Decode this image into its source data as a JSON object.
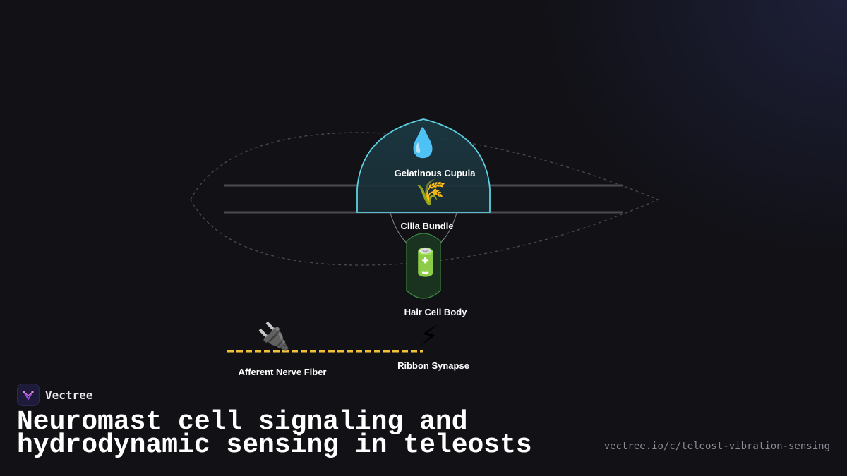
{
  "diagram": {
    "labels": {
      "cupula": "Gelatinous Cupula",
      "cilia": "Cilia Bundle",
      "hair_cell": "Hair Cell Body",
      "synapse": "Ribbon Synapse",
      "nerve": "Afferent Nerve Fiber"
    },
    "icons": {
      "cupula": "💧",
      "cilia": "🌾",
      "hair_cell": "🔋",
      "synapse": "⚡",
      "nerve": "🔌"
    },
    "colors": {
      "cupula_stroke": "#5ccfe0",
      "hair_cell_stroke": "#3d8a3d",
      "nerve_dash": "#f2c13a"
    }
  },
  "brand": {
    "name": "Vectree",
    "logo_icon": "vectree-logo-icon"
  },
  "title": "Neuromast cell signaling and hydrodynamic sensing in teleosts",
  "url": "vectree.io/c/teleost-vibration-sensing"
}
